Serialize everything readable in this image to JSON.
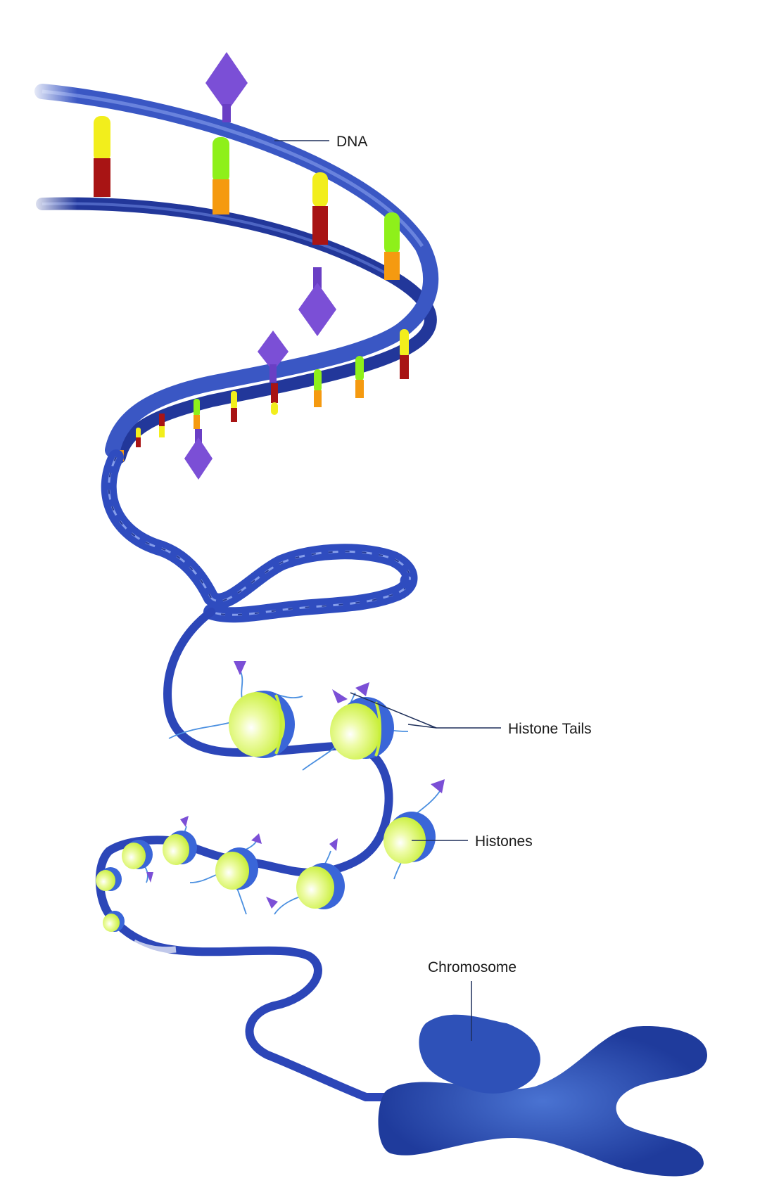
{
  "labels": {
    "dna": "DNA",
    "histone_tails": "Histone Tails",
    "histones": "Histones",
    "chromosome": "Chromosome"
  },
  "colors": {
    "dna_backbone": "#3a57c4",
    "dna_backbone_dark": "#22379a",
    "base_yellow": "#f2ee1c",
    "base_red": "#a81414",
    "base_green": "#8ef01a",
    "base_orange": "#f59a10",
    "methyl_purple": "#7b4fd6",
    "histone_core": "#d9f76a",
    "histone_band": "#3a66d8",
    "histone_tail": "#4a8fe0",
    "chromosome": "#2a4bb0",
    "leader_line": "#1e2f5a",
    "background": "#ffffff"
  },
  "icons": {
    "methyl_tag": "diamond-on-stem",
    "tail_tag": "purple-wedge"
  }
}
